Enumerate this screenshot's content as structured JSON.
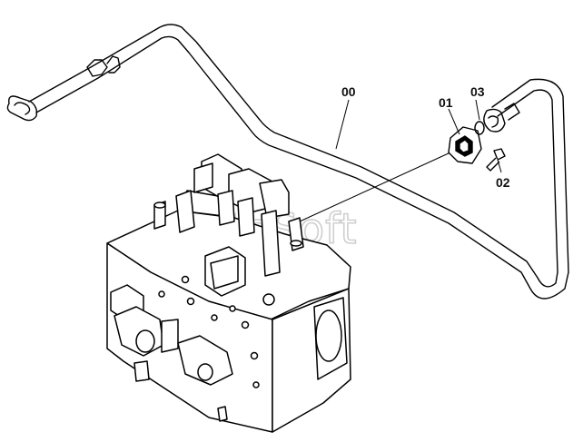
{
  "diagram": {
    "callouts": {
      "hose": "00",
      "flange": "01",
      "bolt": "02",
      "oring": "03"
    },
    "watermark": "AutoSoft"
  }
}
